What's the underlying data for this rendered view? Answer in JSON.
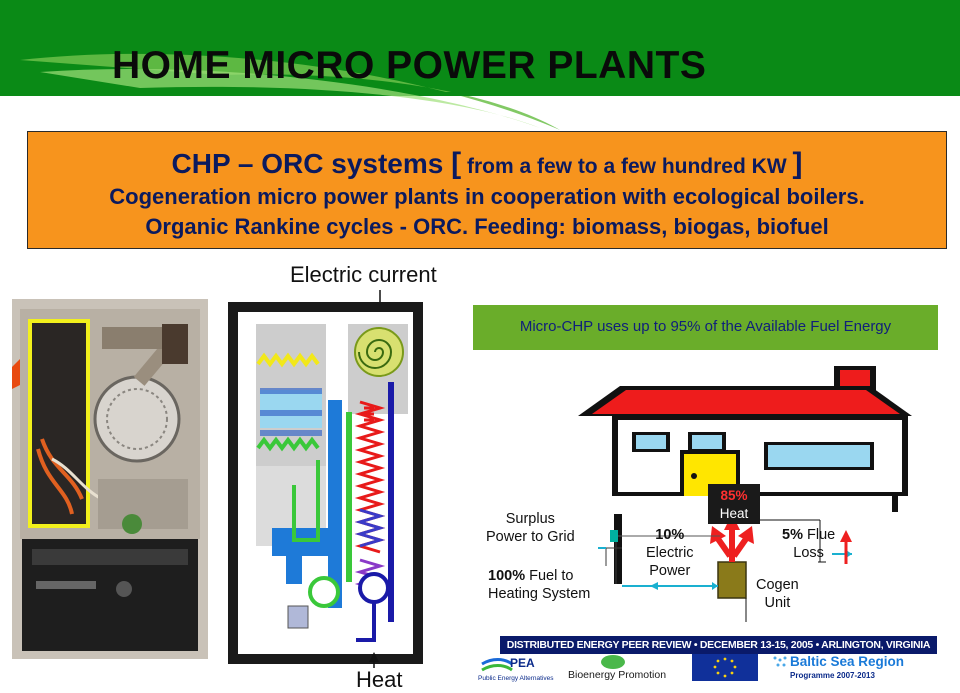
{
  "slide": {
    "title": "HOME  MICRO POWER PLANTS"
  },
  "banner": {
    "line1_main": "CHP – ORC systems ",
    "line1_open": "[",
    "line1_small": " from a few to a few hundred KW ",
    "line1_close": "]",
    "line2": "Cogeneration micro power plants in cooperation with ecological boilers.",
    "line3": "Organic Rankine cycles - ORC.  Feeding: biomass, biogas, biofuel"
  },
  "schematic": {
    "top_label": "Electric current",
    "bottom_label": "Heat"
  },
  "chp_diagram": {
    "header": "Micro-CHP uses up to 95% of the Available Fuel Energy",
    "surplus": [
      "Surplus",
      "Power to Grid"
    ],
    "fuel_pct": "100%",
    "fuel_text": " Fuel to",
    "fuel_line2": "Heating System",
    "elec_pct": "10%",
    "elec_line2": "Electric",
    "elec_line3": "Power",
    "heat_pct": "85%",
    "heat_text": "Heat",
    "flue_pct": "5%",
    "flue_text": " Flue",
    "flue_line2": "Loss",
    "cogen": [
      "Cogen",
      "Unit"
    ],
    "colors": {
      "roof": "#ee1c1c",
      "house": "#ffffff",
      "walls": "#111111",
      "windows": "#9ad7f0",
      "door": "#ffe600",
      "unit": "#8a7a1a",
      "header_bar": "#6aad2a"
    }
  },
  "footer": {
    "banner": "DISTRIBUTED ENERGY PEER REVIEW  •  DECEMBER 13-15, 2005  •  ARLINGTON, VIRGINIA",
    "logos": {
      "pea": "PEA",
      "pea_sub": "Public Energy Alternatives",
      "bioenergy": "Bioenergy Promotion",
      "bsr": "Baltic Sea Region",
      "bsr_sub": "Programme 2007-2013"
    }
  }
}
